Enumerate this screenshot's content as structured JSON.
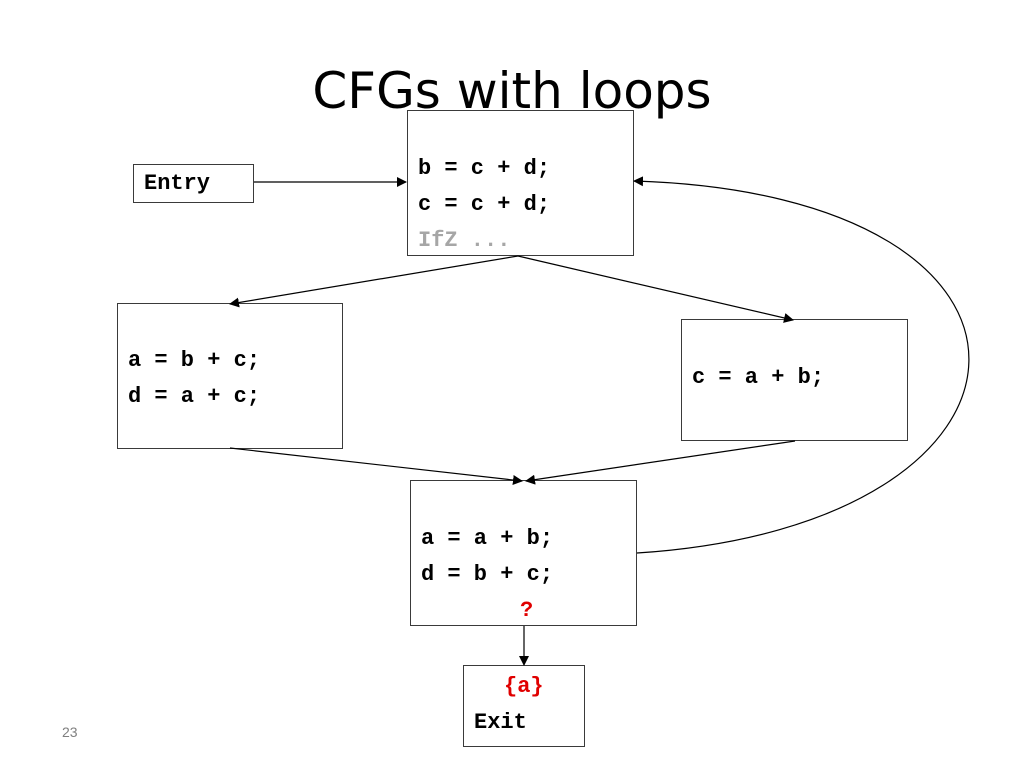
{
  "slide": {
    "title": "CFGs with loops",
    "page_number": "23"
  },
  "diagram": {
    "entry_label": "Entry",
    "block1": {
      "lines": [
        "b = c + d;",
        "c = c + d;"
      ],
      "muted_line": "IfZ ..."
    },
    "block2": {
      "lines": [
        "a = b + c;",
        "d = a + c;"
      ]
    },
    "block3": {
      "lines": [
        "c = a + b;"
      ]
    },
    "block4": {
      "lines": [
        "a = a + b;",
        "d = b + c;"
      ],
      "annotation": "?"
    },
    "exit": {
      "live_set": "{a}",
      "label": "Exit"
    }
  },
  "colors": {
    "annotation": "#e00000",
    "muted_text": "#a6a6a6",
    "edge": "#000000"
  }
}
